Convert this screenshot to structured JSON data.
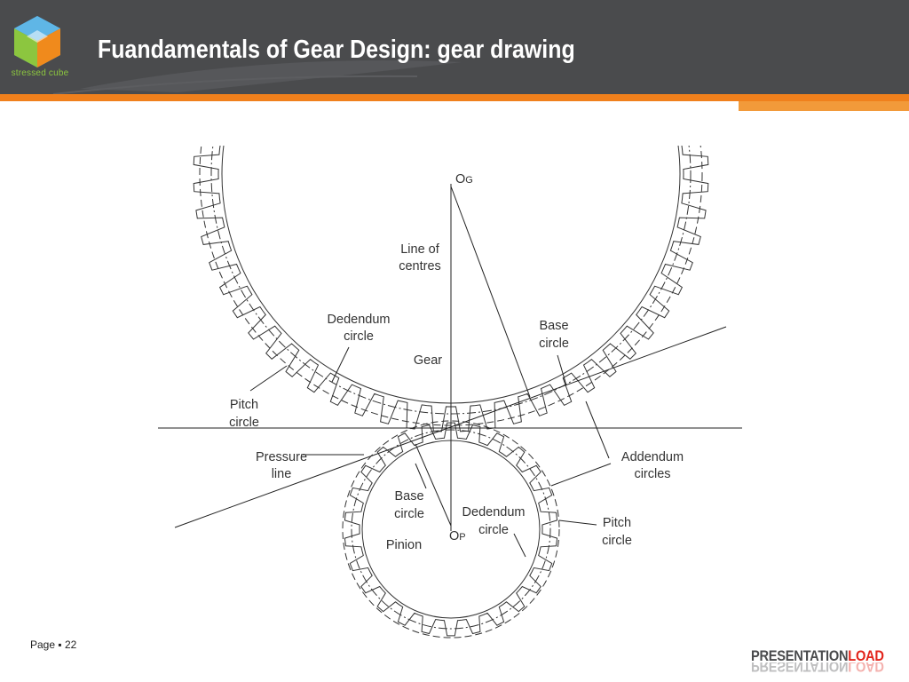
{
  "header": {
    "title": "Fuandamentals of Gear Design: gear drawing",
    "logo_text": "stressed cube",
    "background_color": "#4a4b4d",
    "accent_color": "#f0801c"
  },
  "diagram": {
    "labels": {
      "og_main": "O",
      "og_sub": "G",
      "line_of_centres_1": "Line of",
      "line_of_centres_2": "centres",
      "dedendum_gear_1": "Dedendum",
      "dedendum_gear_2": "circle",
      "base_gear_1": "Base",
      "base_gear_2": "circle",
      "gear": "Gear",
      "pitch_gear_1": "Pitch",
      "pitch_gear_2": "circle",
      "pressure_1": "Pressure",
      "pressure_2": "line",
      "addendum_1": "Addendum",
      "addendum_2": "circles",
      "base_pinion_1": "Base",
      "base_pinion_2": "circle",
      "dedendum_pinion_1": "Dedendum",
      "dedendum_pinion_2": "circle",
      "op_main": "O",
      "op_sub": "P",
      "pinion": "Pinion",
      "pitch_pinion_1": "Pitch",
      "pitch_pinion_2": "circle"
    }
  },
  "footer": {
    "page_label": "Page ▪ 22",
    "brand_part1": "PRESENTATION",
    "brand_part2": "LOAD",
    "brand_color": "#e2231a"
  }
}
